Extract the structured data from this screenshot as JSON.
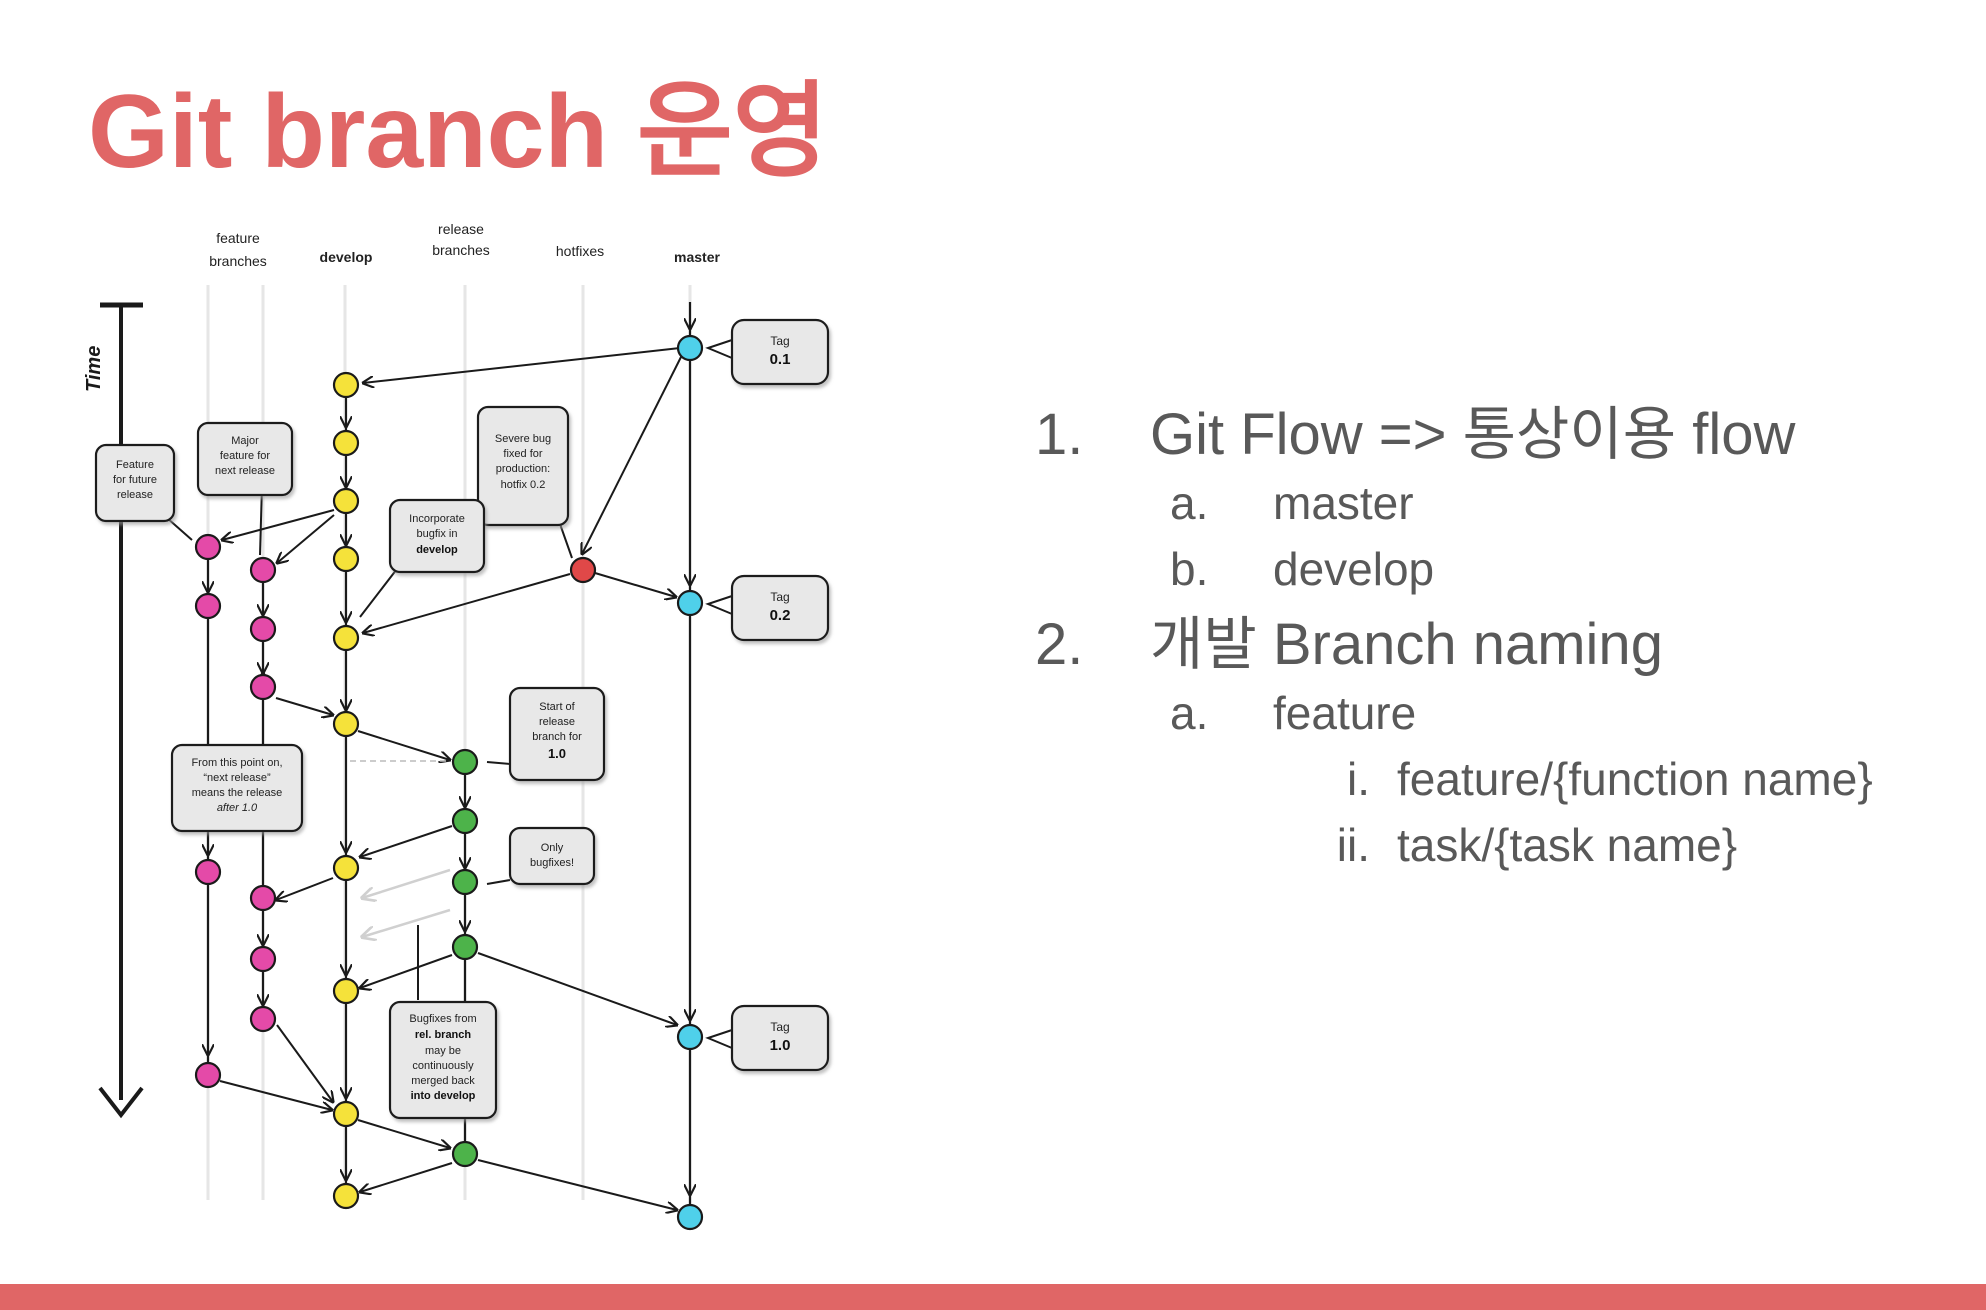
{
  "title": "Git branch 운영",
  "colors": {
    "accent": "#e06666",
    "text": "#595959",
    "develop_node": "#f5e23a",
    "feature_node": "#e44aa8",
    "release_node": "#4db34a",
    "hotfix_node": "#e04848",
    "master_node": "#4fd0ea"
  },
  "diagram": {
    "columns": {
      "feature_l1": "feature",
      "feature_l2": "branches",
      "develop": "develop",
      "release_l1": "release",
      "release_l2": "branches",
      "hotfixes": "hotfixes",
      "master": "master"
    },
    "time_label": "Time",
    "callouts": {
      "tag01": [
        "Tag",
        "0.1"
      ],
      "tag02": [
        "Tag",
        "0.2"
      ],
      "tag10": [
        "Tag",
        "1.0"
      ],
      "feature_future": [
        "Feature",
        "for future",
        "release"
      ],
      "major_feature": [
        "Major",
        "feature for",
        "next release"
      ],
      "severe_bug": [
        "Severe bug",
        "fixed for",
        "production:",
        "hotfix 0.2"
      ],
      "incorporate": [
        "Incorporate",
        "bugfix in",
        "develop"
      ],
      "start_release": [
        "Start of",
        "release",
        "branch for",
        "1.0"
      ],
      "from_this_point": [
        "From this point on,",
        "“next release”",
        "means the release",
        "after 1.0"
      ],
      "only_bugfixes": [
        "Only",
        "bugfixes!"
      ],
      "bugfixes_from": [
        "Bugfixes from",
        "rel. branch",
        "may be",
        "continuously",
        "merged back",
        "into develop"
      ]
    }
  },
  "outline": [
    {
      "level": 1,
      "marker": "1.",
      "text": "Git Flow => 통상이용 flow"
    },
    {
      "level": 2,
      "marker": "a.",
      "text": "master"
    },
    {
      "level": 2,
      "marker": "b.",
      "text": "develop"
    },
    {
      "level": 1,
      "marker": "2.",
      "text": "개발 Branch naming"
    },
    {
      "level": 2,
      "marker": "a.",
      "text": "feature"
    },
    {
      "level": 3,
      "marker": "i.",
      "text": "feature/{function name}"
    },
    {
      "level": 3,
      "marker": "ii.",
      "text": "task/{task name}"
    }
  ]
}
